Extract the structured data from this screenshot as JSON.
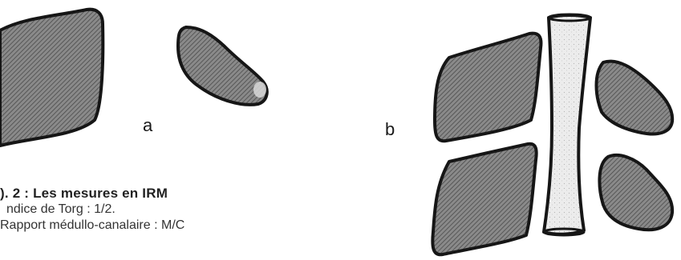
{
  "labels": {
    "a": "a",
    "b": "b"
  },
  "caption": {
    "title": "). 2 : Les mesures en IRM",
    "line1": "ndice de Torg : 1/2.",
    "line2": "Rapport médullo-canalaire : M/C"
  },
  "colors": {
    "stroke": "#161616",
    "bone_fill": "#6e6e6e",
    "canal_fill": "#e6e6e6",
    "background": "#ffffff"
  }
}
